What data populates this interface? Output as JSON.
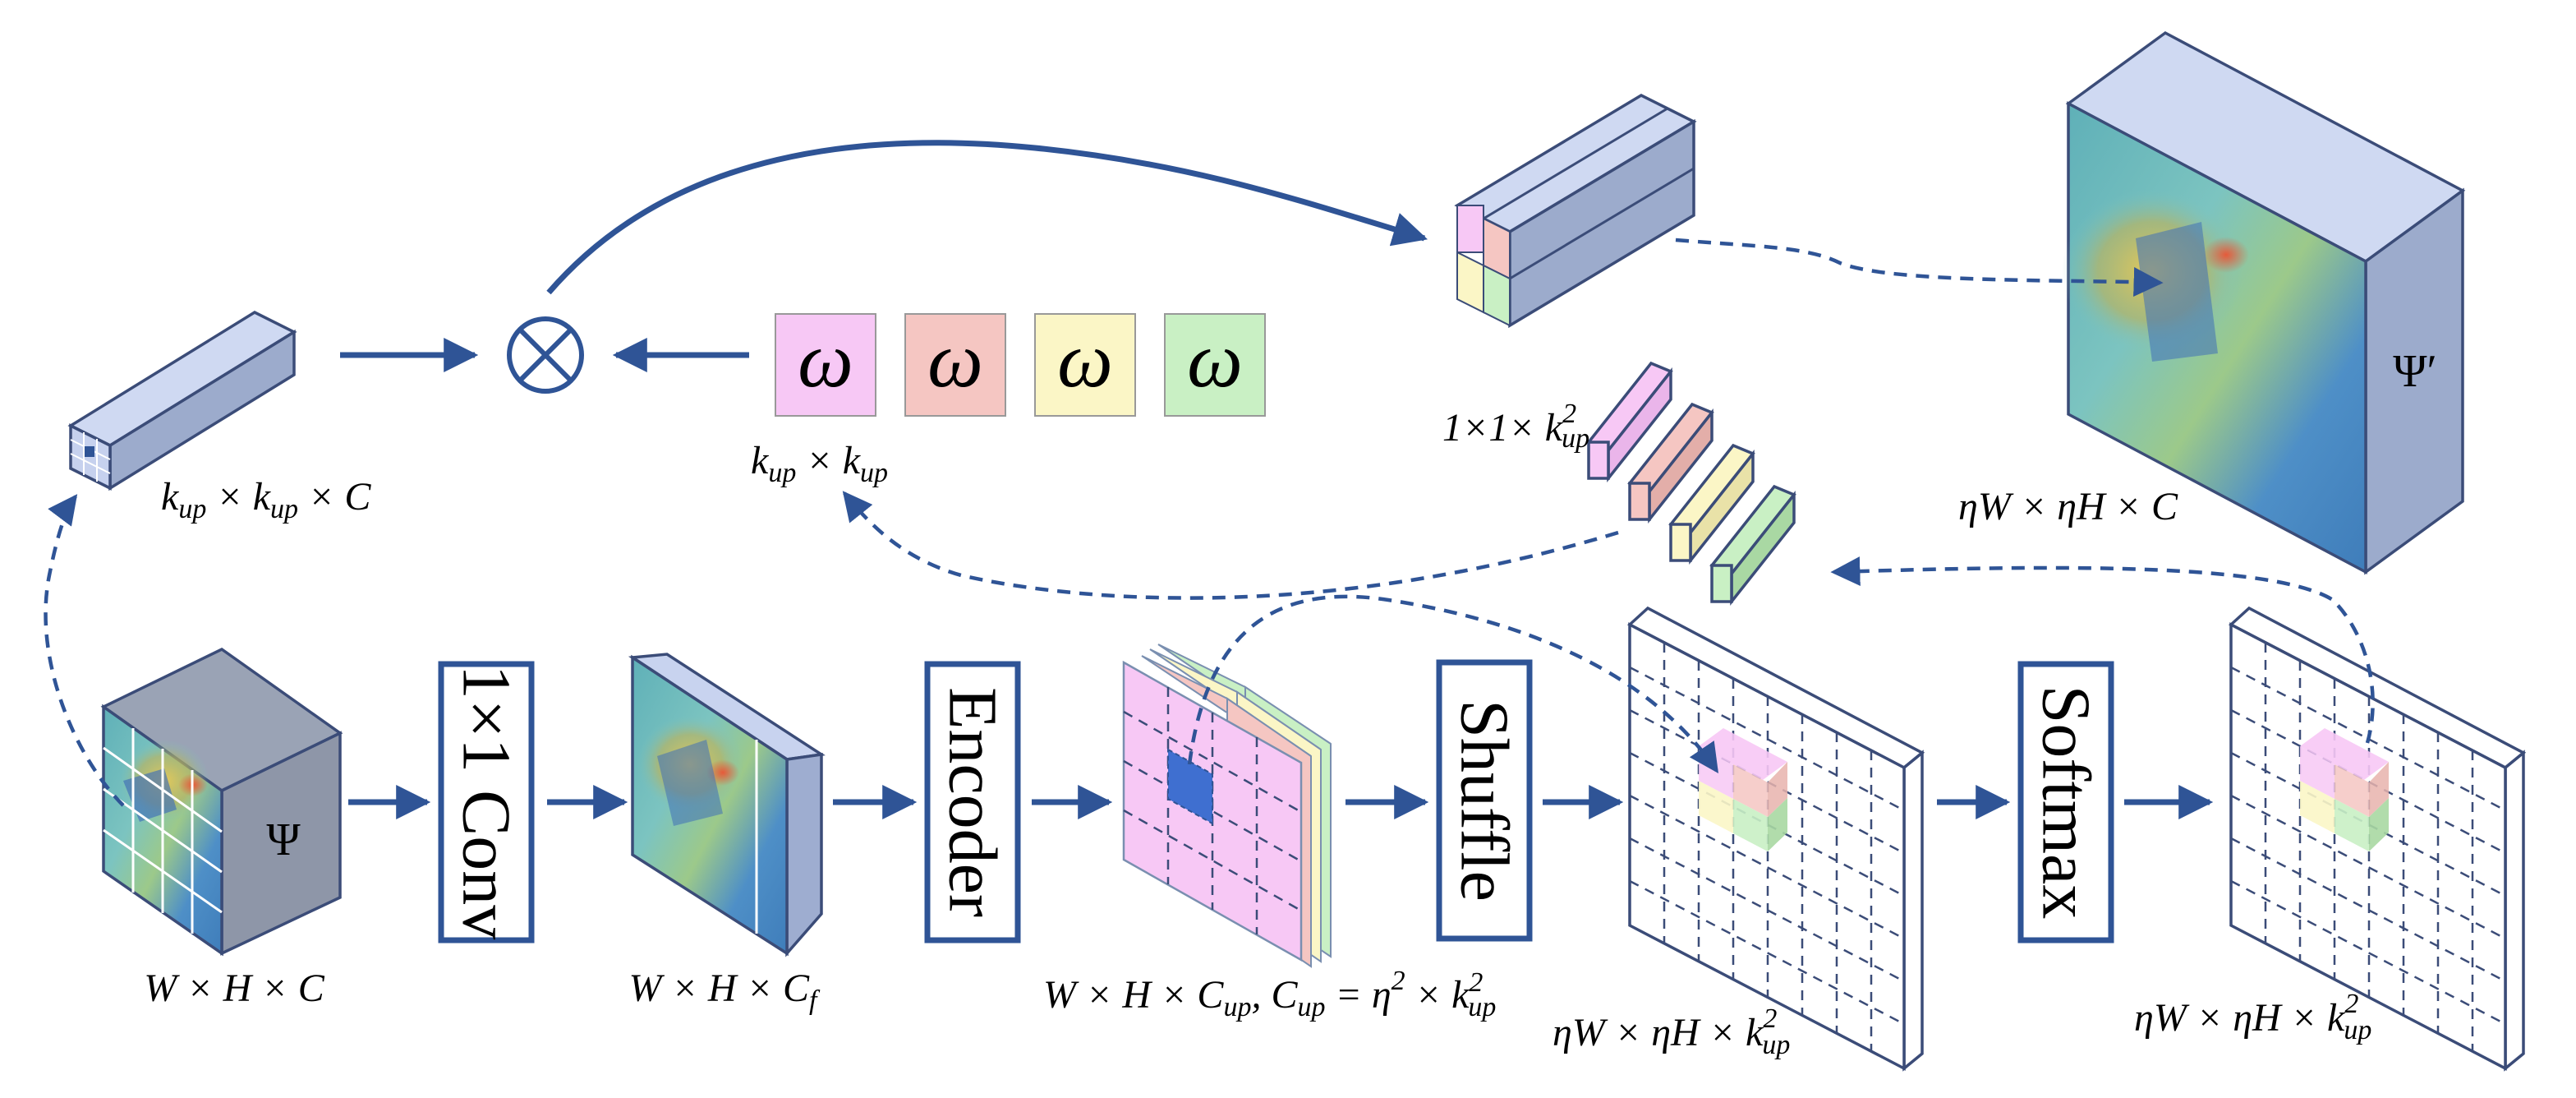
{
  "nodes": {
    "conv": "1×1 Conv",
    "encoder": "Encoder",
    "shuffle": "Shuffle",
    "softmax": "Softmax"
  },
  "symbols": {
    "psi": "Ψ",
    "psi_prime": "Ψ′",
    "omega": "ω",
    "otimes": "⊗"
  },
  "captions": {
    "input": "W × H × C",
    "compressed": "W × H × C_f",
    "encoded": "W × H × C_up , C_up = η^2 × k_up^2",
    "shuffled": "ηW × ηH × k_up^2",
    "softmaxed": "ηW × ηH × k_up^2",
    "kernel": "1×1× k_up^2",
    "patch": "k_up × k_up × C",
    "weights": "k_up × k_up",
    "output": "ηW × ηH × C"
  },
  "colors": {
    "flow": "#2f5496",
    "pink": "#f7c8f5",
    "salmon": "#f5c6c2",
    "yellow": "#fbf6c6",
    "green": "#c9f0c4",
    "cube_front": "#cfd9f2",
    "cube_side": "#9cabcc",
    "dark_cube": "#8c96a9"
  }
}
